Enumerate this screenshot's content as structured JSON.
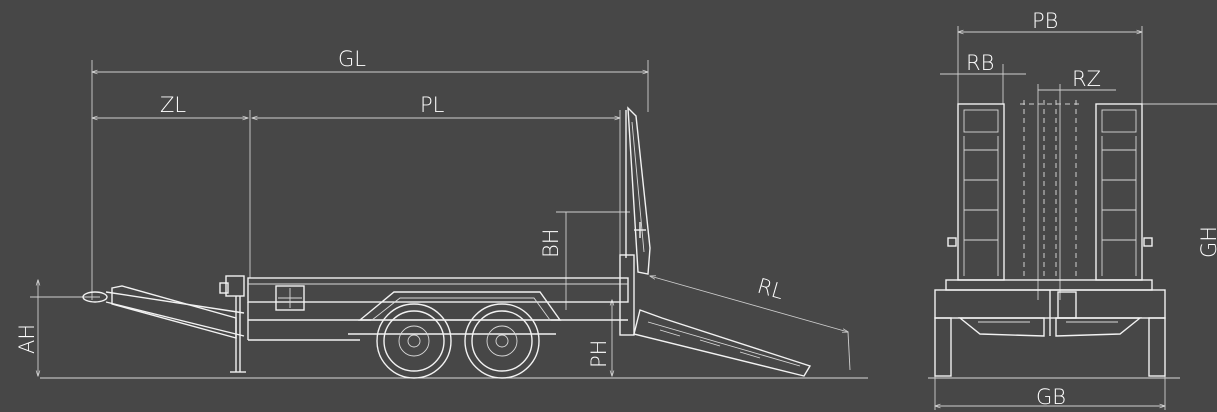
{
  "labels": {
    "gl": "GL",
    "zl": "ZL",
    "pl": "PL",
    "bh": "BH",
    "rl": "RL",
    "ah": "AH",
    "ph": "PH",
    "pb": "PB",
    "rb": "RB",
    "rz": "RZ",
    "gh": "GH",
    "gb": "GB"
  },
  "colors": {
    "background": "#474747",
    "line": "#f2f2f2"
  }
}
